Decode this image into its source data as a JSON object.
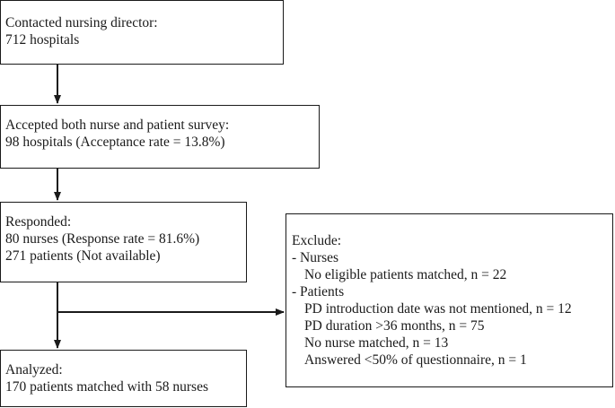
{
  "boxes": {
    "contacted": {
      "lines": [
        "Contacted nursing director:",
        "712 hospitals"
      ]
    },
    "accepted": {
      "lines": [
        "Accepted both nurse and patient survey:",
        "98 hospitals (Acceptance rate = 13.8%)"
      ]
    },
    "responded": {
      "lines": [
        "Responded:",
        "80 nurses (Response rate = 81.6%)",
        "271 patients (Not available)"
      ]
    },
    "analyzed": {
      "lines": [
        "Analyzed:",
        "170 patients matched with 58 nurses"
      ]
    },
    "exclude": {
      "title": "Exclude:",
      "nurses_header": "- Nurses",
      "nurses_items": [
        "No eligible patients matched, n = 22"
      ],
      "patients_header": "- Patients",
      "patients_items": [
        "PD introduction date was not mentioned, n = 12",
        "PD duration >36 months,  n = 75",
        "No nurse matched, n = 13",
        "Answered <50% of questionnaire, n = 1"
      ]
    }
  },
  "colors": {
    "stroke": "#1a1a1a",
    "background": "#ffffff"
  }
}
